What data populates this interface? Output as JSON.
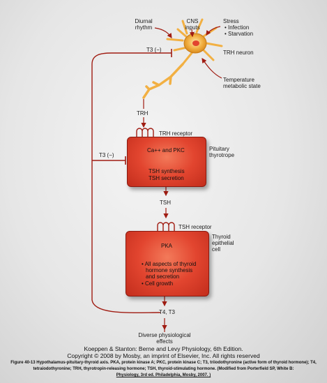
{
  "labels": {
    "diurnal_rhythm": "Diurnal\nrhythm",
    "cns_inputs": "CNS\ninputs",
    "stress": "Stress",
    "stress_items": [
      "• Infection",
      "• Starvation"
    ],
    "trh_neuron": "TRH neuron",
    "temperature": "Temperature\nmetabolic state",
    "t3_feedback_top": "T3 (−)",
    "t3_feedback_side": "T3 (−)",
    "trh": "TRH",
    "trh_receptor": "TRH receptor",
    "pituitary": "Pituitary\nthyrotrope",
    "ca_pkc": "Ca++ and PKC",
    "tsh_synthesis": "TSH synthesis\nTSH secretion",
    "tsh": "TSH",
    "tsh_receptor": "TSH receptor",
    "thyroid": "Thyroid\nepithelial\ncell",
    "pka": "PKA",
    "thyroid_items": [
      "• All aspects of thyroid",
      "hormone synthesis",
      "and secretion",
      "• Cell growth"
    ],
    "t4_t3": "T4, T3",
    "diverse": "Diverse physiological\neffects"
  },
  "caption": {
    "source_line1": "Koeppen & Stanton: Berne and Levy Physiology, 6th Edition.",
    "source_line2": "Copyright © 2008 by Mosby, an imprint of Elsevier, Inc. All rights reserved",
    "figure_line1": "Figure 40-13 Hypothalamus-pituitary-thyroid axis. PKA, protein kinase A; PKC, protein kinase C; T3, triiodothyronine (active form of thyroid hormone); T4,",
    "figure_line2": "tetraiodothyronine; TRH, thyrotropin-releasing hormone; TSH, thyroid-stimulating hormone. (Modified from Porterfield SP, White B:",
    "figure_line3": "Physiology, 3rd ed. Philadelphia, Mosby, 2007. )"
  },
  "colors": {
    "line": "#a01c12",
    "box": "#e2452f",
    "neuron": "#f2b043"
  }
}
